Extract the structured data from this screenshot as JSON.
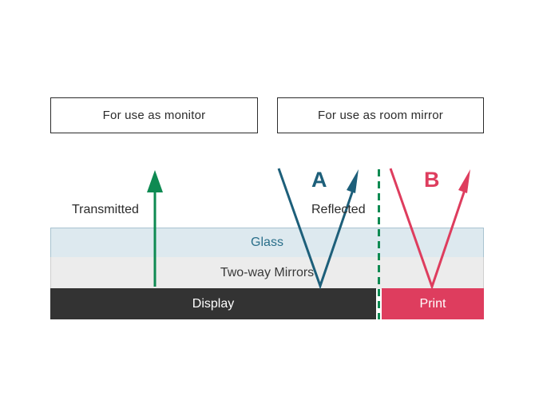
{
  "headers": {
    "monitor": "For use as monitor",
    "room_mirror": "For use as room mirror"
  },
  "labels": {
    "transmitted": "Transmitted",
    "reflected": "Reflected",
    "a": "A",
    "b": "B"
  },
  "layers": {
    "glass": "Glass",
    "mirror": "Two-way Mirrors",
    "display": "Display",
    "print": "Print"
  },
  "colors": {
    "transmitted_arrow": "#0e8a52",
    "ray_a": "#1d5f7a",
    "ray_b": "#de3d5e",
    "divider": "#0e8a52"
  }
}
